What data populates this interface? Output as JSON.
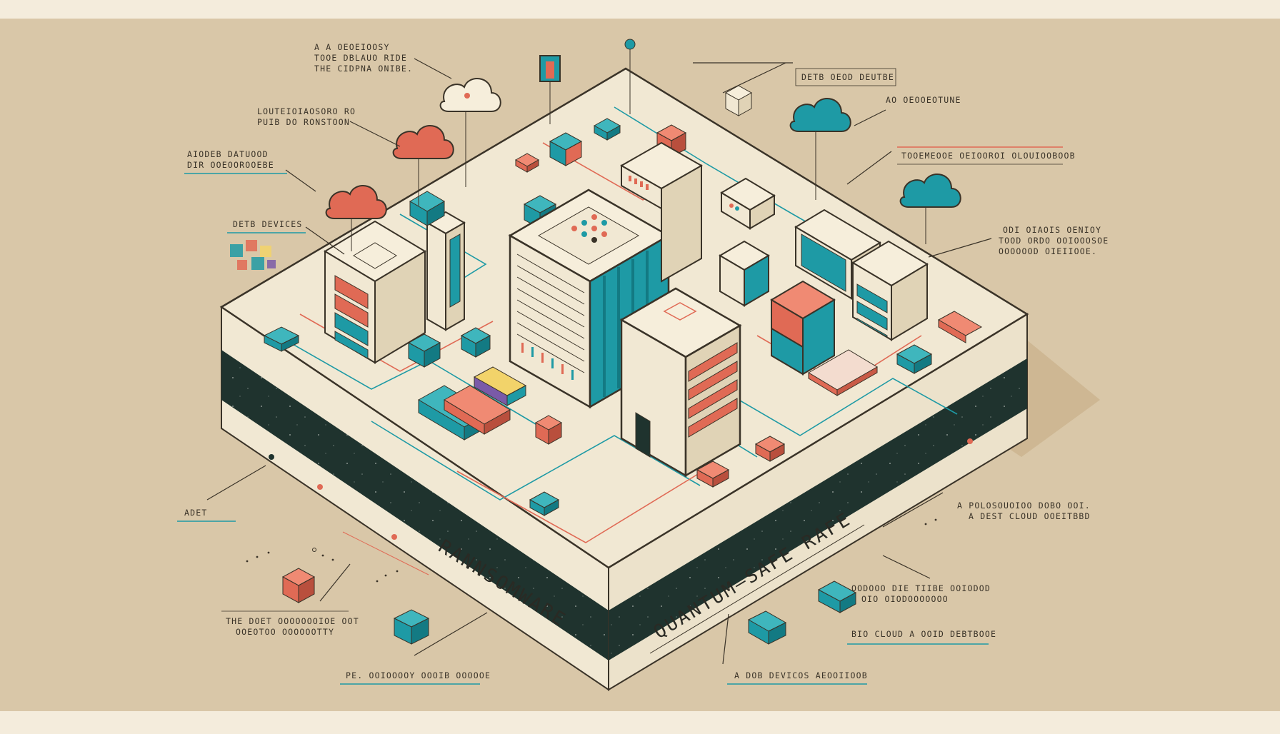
{
  "colors": {
    "background": "#d9c7a8",
    "frame": "#f4ecdc",
    "platform_top": "#f1e8d3",
    "platform_dark": "#1f332e",
    "teal": "#1e9aa5",
    "coral": "#e06a55",
    "ink": "#3a3328"
  },
  "edge_words": {
    "left": "RANNSOMWARE",
    "right": "QUANTUM—SAFE RAFE"
  },
  "callouts": [
    {
      "lines": [
        "A A OEOEIOOSY",
        "TOOE DBLAUO RIDE",
        "THE CIDPNA ONIBE."
      ]
    },
    {
      "lines": [
        "LOUTEIOIAOSORO RO",
        "PUIB DO RONSTOON"
      ]
    },
    {
      "lines": [
        "AIODEB DATUOOD",
        "DIR OOEOOROOEBE"
      ]
    },
    {
      "lines": [
        "DETB DEVICES"
      ]
    },
    {
      "lines": [
        "DETB OEOD DEUTBE"
      ]
    },
    {
      "lines": [
        "AO OEOOEOTUNE"
      ]
    },
    {
      "lines": [
        "TOOEMEOOE OEIOOROI OLOUIOOBOOB"
      ]
    },
    {
      "lines": [
        "ODI OIAOIS OENIOY",
        "TOOD ORDO OOIOOOSOE",
        "OOOOOOD OIEIIOOE."
      ]
    },
    {
      "lines": [
        "ADET"
      ]
    },
    {
      "lines": [
        "A POLOSOUOIOO DOBO OOI.",
        "A DEST CLOUD OOEITBBD"
      ]
    },
    {
      "lines": [
        "OODOOO DIE TIIBE OOIODOD",
        "OIO OIODOOOOOOO"
      ]
    },
    {
      "lines": [
        "BIO CLOUD A OOID DEBTBOOE"
      ]
    },
    {
      "lines": [
        "THE DOET OOOOOOOIOE OOT",
        "OOEOTOO OOOOOOTTY"
      ]
    },
    {
      "lines": [
        "PE. OOIOOOOY OOOIB OOOOOE"
      ]
    },
    {
      "lines": [
        "A DOB DEVICOS AEOOIIOOB"
      ]
    }
  ]
}
